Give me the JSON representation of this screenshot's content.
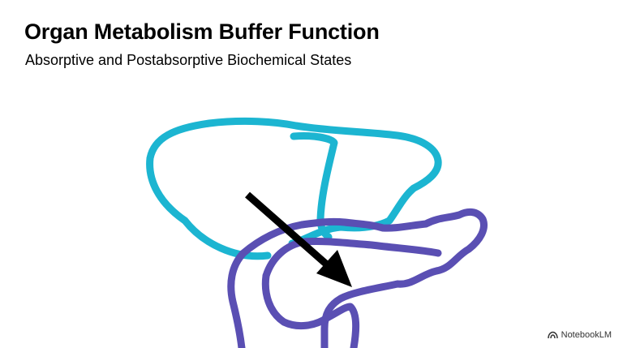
{
  "slide": {
    "title": "Organ Metabolism Buffer Function",
    "subtitle": "Absorptive and Postabsorptive Biochemical States"
  },
  "illustration": {
    "organs": [
      {
        "name": "liver",
        "color": "#1cb5d1"
      },
      {
        "name": "pancreas-duodenum",
        "color": "#5a4fb3"
      }
    ],
    "arrow_color": "#000000"
  },
  "branding": {
    "label": "NotebookLM",
    "icon": "notebooklm-logo-icon"
  }
}
